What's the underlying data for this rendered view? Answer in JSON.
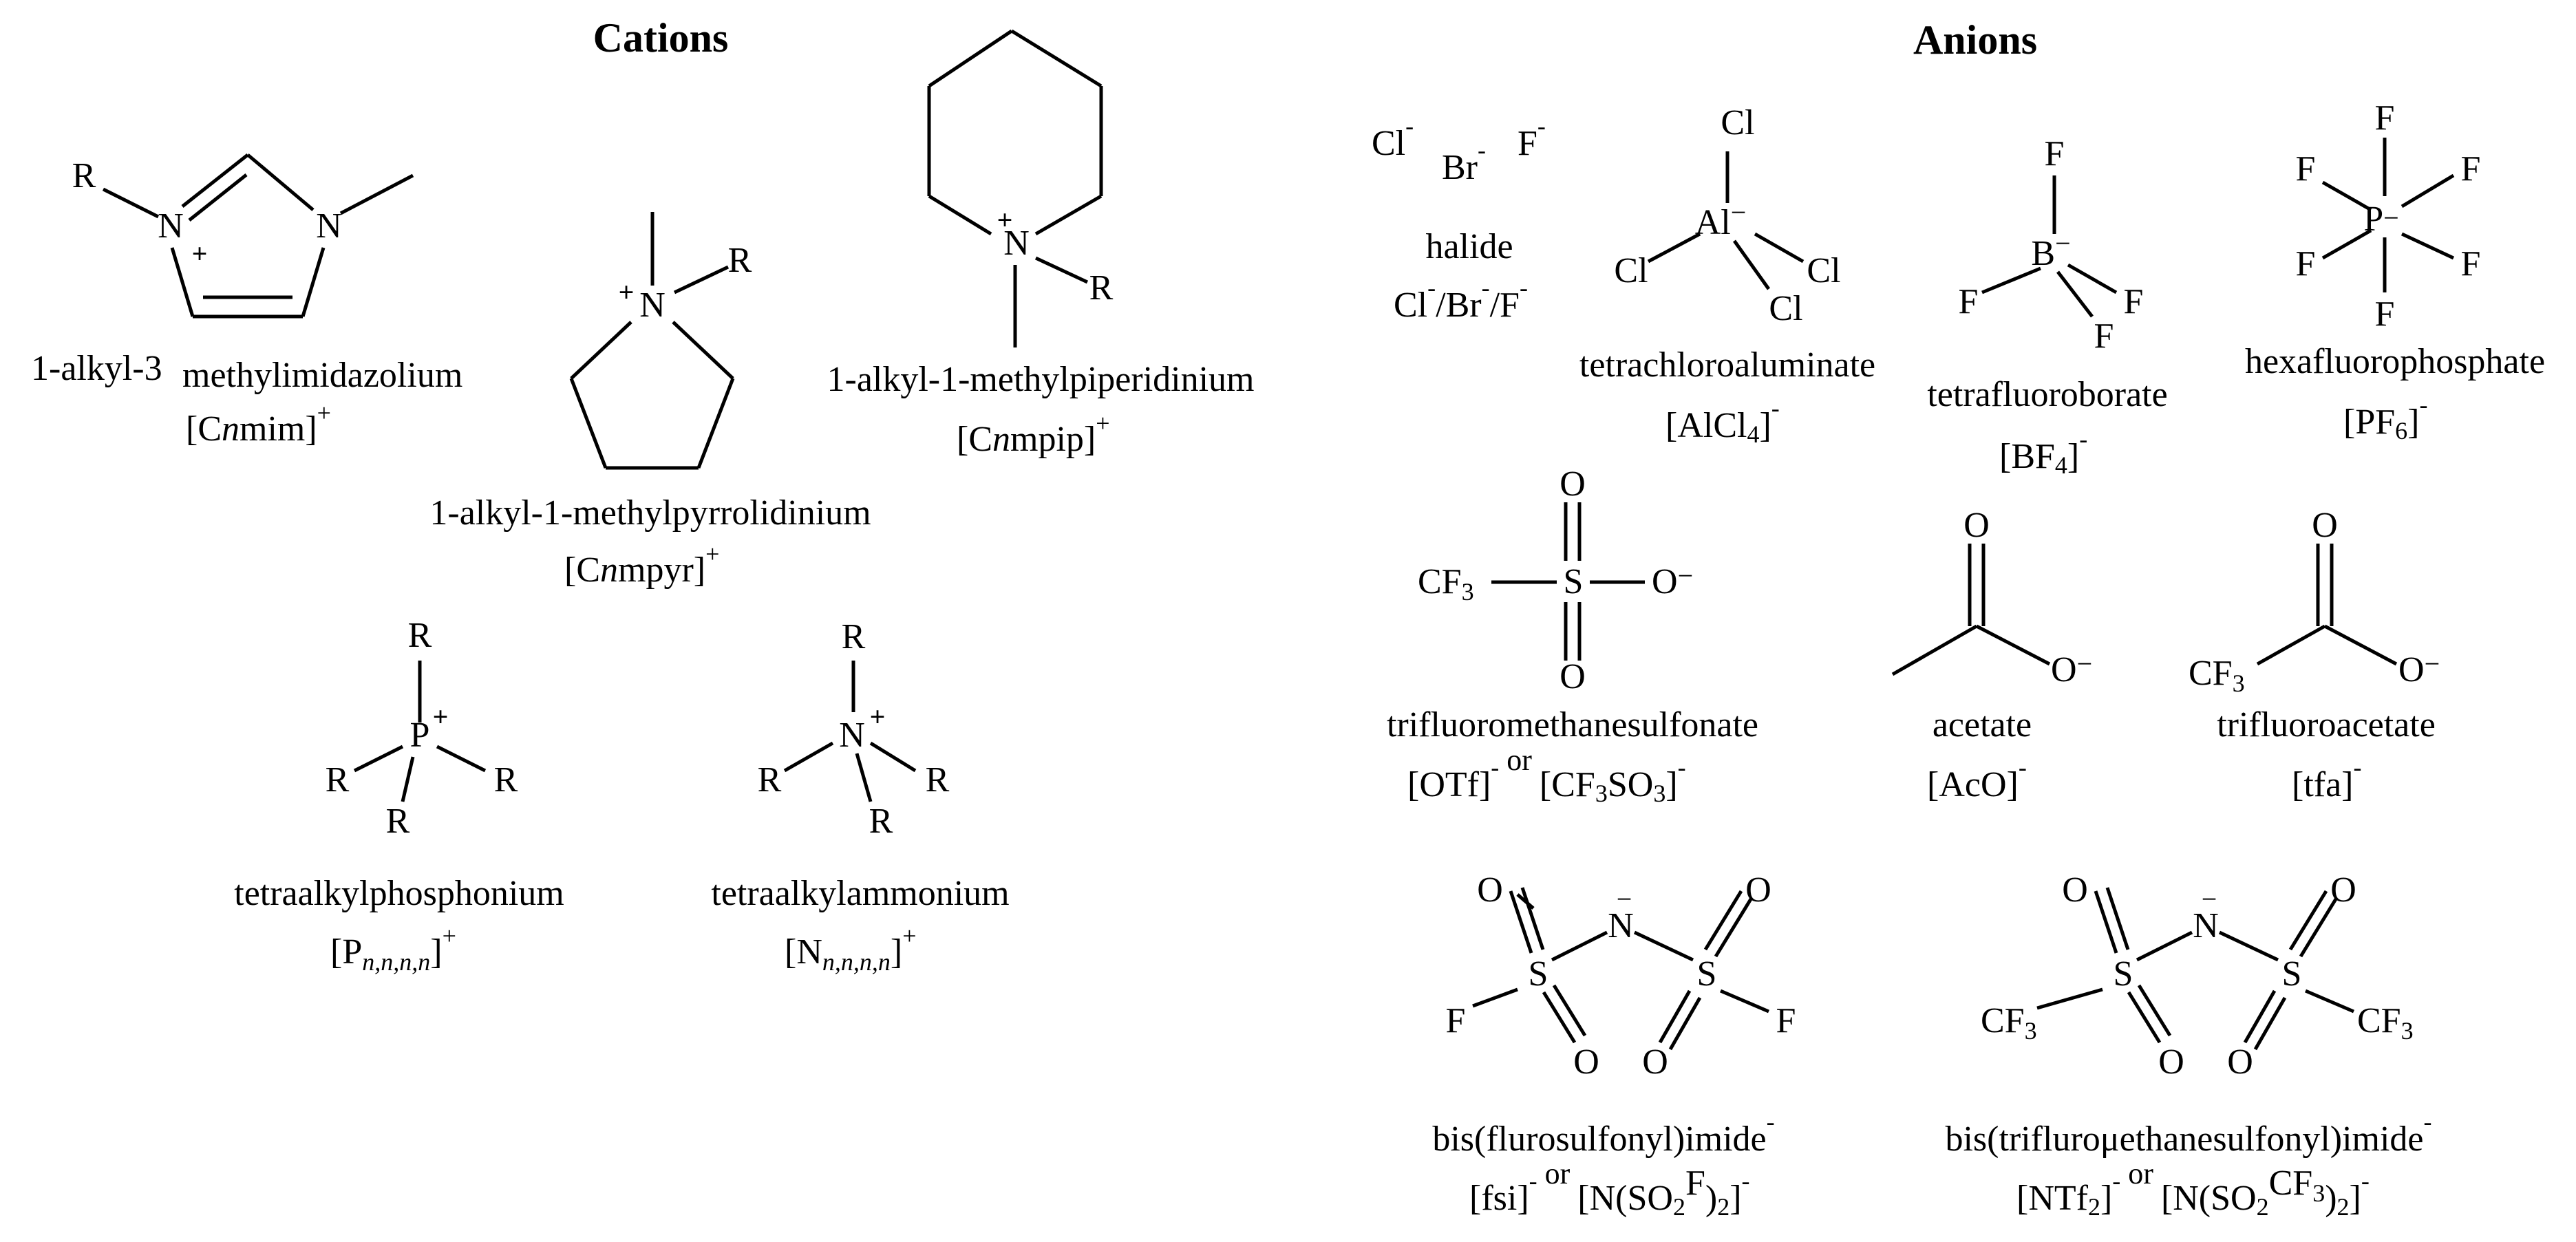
{
  "headings": {
    "cations": "Cations",
    "anions": "Anions"
  },
  "cations": {
    "imidazolium": {
      "name_a": "1-alkyl-3",
      "name_b": "methylimidazolium",
      "abbr": "[Cnmim]+",
      "sub_R": "R",
      "sub_N1": "N",
      "sub_N2": "N",
      "charge": "+"
    },
    "pyrrolidinium": {
      "name": "1-alkyl-1-methylpyrrolidinium",
      "abbr": "[Cnmpyr]+",
      "sub_R": "R",
      "atom_N": "N",
      "charge": "+"
    },
    "piperidinium": {
      "name": "1-alkyl-1-methylpiperidinium",
      "abbr": "[Cnmpip]+",
      "sub_R": "R",
      "atom_N": "N",
      "charge": "+"
    },
    "phosphonium": {
      "name": "tetraalkylphosphonium",
      "abbr": "[Pn,n,n,n]+",
      "sub_R": "R",
      "atom_P": "P",
      "charge": "+"
    },
    "ammonium": {
      "name": "tetraalkylammonium",
      "abbr": "[Nn,n,n,n]+",
      "sub_R": "R",
      "atom_N": "N",
      "charge": "+"
    }
  },
  "anions": {
    "halide": {
      "name": "halide",
      "formula": "Cl-/Br-/F-",
      "ion_cl": "Cl",
      "ion_br": "Br",
      "ion_f": "F",
      "charge": "-"
    },
    "tetrachloroaluminate": {
      "name": "tetrachloroaluminate",
      "abbr": "[AlCl4]-",
      "atom_Al": "Al",
      "atom_Cl": "Cl",
      "charge": "−"
    },
    "tetrafluoroborate": {
      "name": "tetrafluoroborate",
      "abbr": "[BF4]-",
      "atom_B": "B",
      "atom_F": "F",
      "charge": "−"
    },
    "hexafluorophosphate": {
      "name": "hexafluorophosphate",
      "abbr": "[PF6]-",
      "atom_P": "P",
      "atom_F": "F",
      "charge": "−"
    },
    "triflate": {
      "name": "trifluoromethanesulfonate",
      "abbr": "[OTf]- or [CF3SO3]-",
      "atom_S": "S",
      "atom_O": "O",
      "group_CF3": "CF3",
      "charge": "−"
    },
    "acetate": {
      "name": "acetate",
      "abbr": "[AcO]-",
      "atom_O": "O",
      "charge": "−"
    },
    "trifluoroacetate": {
      "name": "trifluoroacetate",
      "abbr": "[tfa]-",
      "atom_O": "O",
      "group_CF3": "CF3",
      "charge": "−"
    },
    "fsi": {
      "name": "bis(flurosulfonyl)imide",
      "abbr": "[fsi]- or [N(SO2F)2]-",
      "atom_S": "S",
      "atom_O": "O",
      "atom_N": "N",
      "atom_F": "F",
      "charge": "−"
    },
    "ntf2": {
      "name": "bis(triflurομethanesulfonyl)imide",
      "abbr": "[NTf2]- or [N(SO2CF3)2]-",
      "atom_S": "S",
      "atom_O": "O",
      "atom_N": "N",
      "group_CF3": "CF3",
      "charge": "−"
    }
  }
}
